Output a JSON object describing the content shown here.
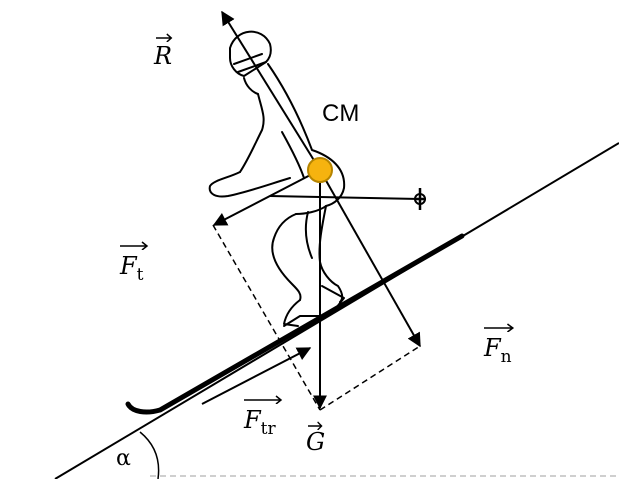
{
  "labels": {
    "reaction": {
      "sym": "R",
      "sub": ""
    },
    "center_of_mass": "CM",
    "tangential": {
      "sym": "F",
      "sub": "t"
    },
    "normal": {
      "sym": "F",
      "sub": "n"
    },
    "friction": {
      "sym": "F",
      "sub": "tr"
    },
    "gravity": {
      "sym": "G",
      "sub": ""
    },
    "angle": "α"
  },
  "colors": {
    "center_of_mass": "#F6B30F",
    "ink": "#000000"
  }
}
